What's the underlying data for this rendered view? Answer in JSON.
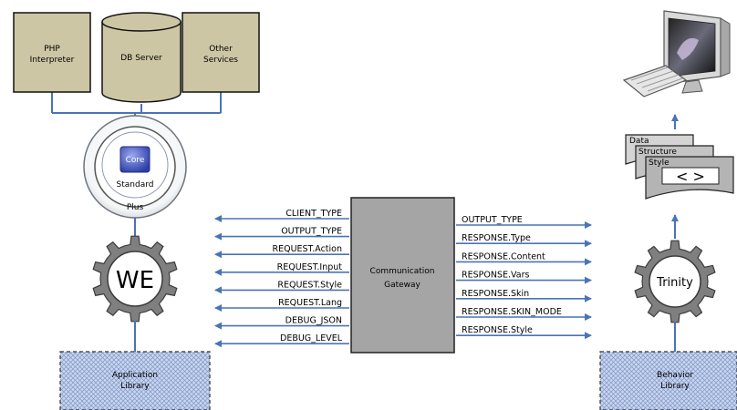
{
  "components": {
    "php_interpreter": [
      "PHP",
      "Interpreter"
    ],
    "db_server": "DB Server",
    "other_services": [
      "Other",
      "Services"
    ],
    "core": "Core",
    "standard": "Standard",
    "plus": "Plus",
    "we_engine": "WE",
    "trinity_engine": "Trinity",
    "application_library": [
      "Application",
      "Library"
    ],
    "behavior_library": [
      "Behavior",
      "Library"
    ],
    "gateway": [
      "Communication",
      "Gateway"
    ],
    "doc_layers": [
      "Data",
      "Structure",
      "Style"
    ],
    "doc_symbol": "< >"
  },
  "signals": {
    "requests": [
      "CLIENT_TYPE",
      "OUTPUT_TYPE",
      "REQUEST.Action",
      "REQUEST.Input",
      "REQUEST.Style",
      "REQUEST.Lang",
      "DEBUG_JSON",
      "DEBUG_LEVEL"
    ],
    "responses": [
      "OUTPUT_TYPE",
      "RESPONSE.Type",
      "RESPONSE.Content",
      "RESPONSE.Vars",
      "RESPONSE.Skin",
      "RESPONSE.SKIN_MODE",
      "RESPONSE.Style"
    ]
  },
  "colors": {
    "box_fill": "#cdc6a4",
    "gear_fill": "#7f7f7f",
    "connector": "#4a74b6",
    "gateway_fill": "#a5a5a5",
    "library_fill": "#c9d6ee",
    "core_fill": "#4257b8"
  }
}
